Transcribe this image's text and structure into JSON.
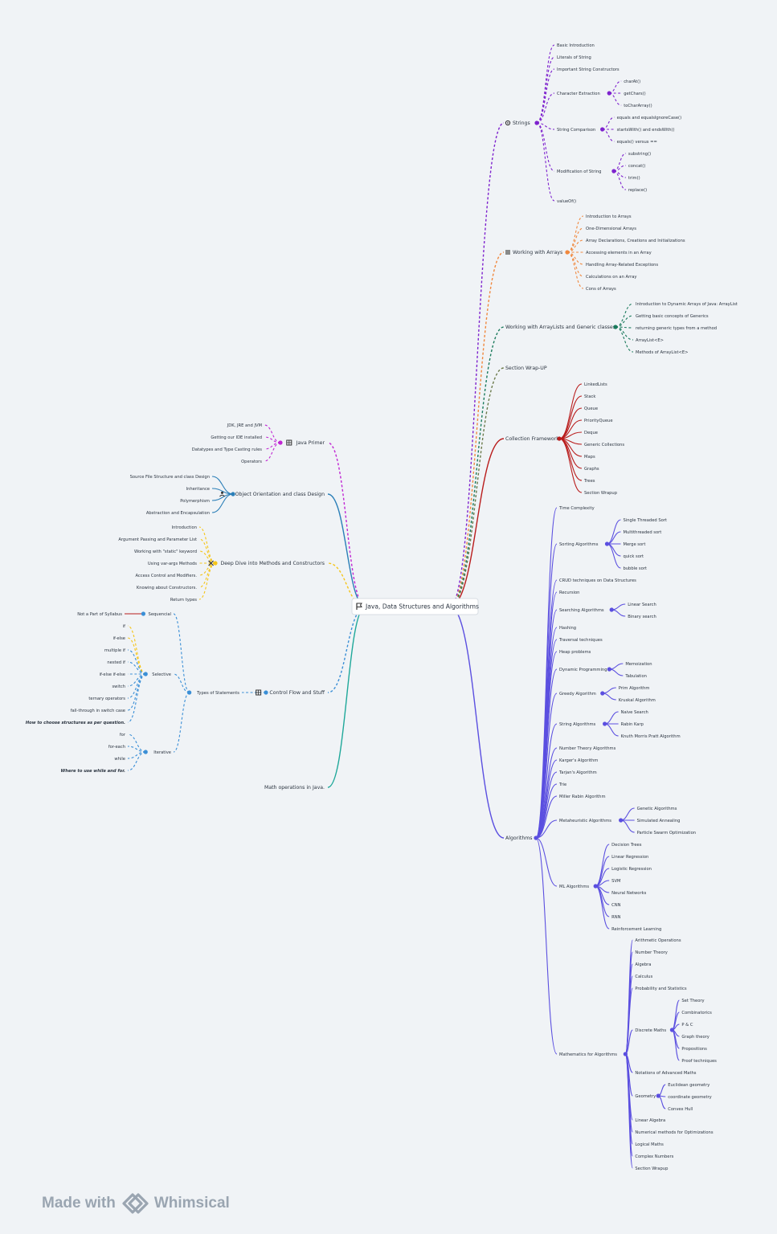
{
  "root": "Java, Data Structures and Algorithms",
  "root_icon": "flag-icon",
  "footer": {
    "made_with": "Made with",
    "brand": "Whimsical"
  },
  "colors": {
    "strings": "#7e22ce",
    "arrays": "#f0883e",
    "arraylists": "#1a7a5c",
    "wrapup": "#6b7a4a",
    "collection": "#b91c1c",
    "algorithms": "#5b4fe0",
    "primer": "#c026d3",
    "oop": "#2b7fb8",
    "methods": "#f5c518",
    "control": "#3b8fd6",
    "math": "#1fa89a"
  },
  "branches": {
    "strings": {
      "label": "Strings",
      "icon": "gear-icon",
      "children": [
        {
          "label": "Basic Introduction"
        },
        {
          "label": "Literals of String"
        },
        {
          "label": "Important String Constructors"
        },
        {
          "label": "Character Extraction",
          "children": [
            {
              "label": "charAt()"
            },
            {
              "label": "getChars()"
            },
            {
              "label": "toCharArray()"
            }
          ]
        },
        {
          "label": "String Comparison",
          "children": [
            {
              "label": "equals and equalsIgnoreCase()"
            },
            {
              "label": "startsWith() and endsWith()"
            },
            {
              "label": "equals() versus =="
            }
          ]
        },
        {
          "label": "Modification of String",
          "children": [
            {
              "label": "substring()"
            },
            {
              "label": "concat()"
            },
            {
              "label": "trim()"
            },
            {
              "label": "replace()"
            }
          ]
        },
        {
          "label": "valueOf()"
        }
      ]
    },
    "arrays": {
      "label": "Working with Arrays",
      "icon": "list-icon",
      "children": [
        {
          "label": "Introduction to Arrays"
        },
        {
          "label": "One-Dimensional Arrays"
        },
        {
          "label": "Array Declarations, Creations and Initializations"
        },
        {
          "label": "Accessing elements in an Array"
        },
        {
          "label": "Handling Array-Related Exceptions"
        },
        {
          "label": "Calculations on an Array"
        },
        {
          "label": "Cons of Arrays"
        }
      ]
    },
    "arraylists": {
      "label": "Working with ArrayLists and Generic classes",
      "children": [
        {
          "label": "Introduction to Dynamic Arrays of Java: ArrayList"
        },
        {
          "label": "Getting basic concepts of Generics"
        },
        {
          "label": "returning generic types from a method"
        },
        {
          "label": "ArrayList<E>"
        },
        {
          "label": "Methods of ArrayList<E>"
        }
      ]
    },
    "wrapup": {
      "label": "Section Wrap-UP"
    },
    "collection": {
      "label": "Collection Framework",
      "children": [
        {
          "label": "LinkedLists"
        },
        {
          "label": "Stack"
        },
        {
          "label": "Queue"
        },
        {
          "label": "PriorityQueue"
        },
        {
          "label": "Deque"
        },
        {
          "label": "Generic Collections"
        },
        {
          "label": "Maps"
        },
        {
          "label": "Graphs"
        },
        {
          "label": "Trees"
        },
        {
          "label": "Section Wrapup"
        }
      ]
    },
    "algorithms": {
      "label": "Algorithms",
      "children": [
        {
          "label": "Time Complexity"
        },
        {
          "label": "Sorting Algorithms",
          "children": [
            {
              "label": "Single Threaded Sort"
            },
            {
              "label": "Multithreaded sort"
            },
            {
              "label": "Merge sort"
            },
            {
              "label": "quick sort"
            },
            {
              "label": "bubble sort"
            }
          ]
        },
        {
          "label": "CRUD techniques on Data Structures"
        },
        {
          "label": "Recursion"
        },
        {
          "label": "Searching Algorithms",
          "children": [
            {
              "label": "Linear Search"
            },
            {
              "label": "Binary search"
            }
          ]
        },
        {
          "label": "Hashing"
        },
        {
          "label": "Traversal techniques"
        },
        {
          "label": "Heap problems"
        },
        {
          "label": "Dynamic Programming",
          "children": [
            {
              "label": "Memoization"
            },
            {
              "label": "Tabulation"
            }
          ]
        },
        {
          "label": "Greedy Algorithm",
          "children": [
            {
              "label": "Prim Algorithm"
            },
            {
              "label": "Kruskal Algorithm"
            }
          ]
        },
        {
          "label": "String Algorithms",
          "children": [
            {
              "label": "Naive Search"
            },
            {
              "label": "Rabin Karp"
            },
            {
              "label": "Knuth Morris Pratt Algorithm"
            }
          ]
        },
        {
          "label": "Number Theory Algorithms"
        },
        {
          "label": "Karger's Algorithm"
        },
        {
          "label": "Tarjan's Algorithm"
        },
        {
          "label": "Trie"
        },
        {
          "label": "Miller Rabin Algorithm"
        },
        {
          "label": "Metaheuristic Algorithms",
          "children": [
            {
              "label": "Genetic Algorithms"
            },
            {
              "label": "Simulated Annealing"
            },
            {
              "label": "Particle Swarm Optimization"
            }
          ]
        },
        {
          "label": "ML Algorithms",
          "children": [
            {
              "label": "Decision Trees"
            },
            {
              "label": "Linear Regression"
            },
            {
              "label": "Logistic Regression"
            },
            {
              "label": "SVM"
            },
            {
              "label": "Neural Networks"
            },
            {
              "label": "CNN"
            },
            {
              "label": "RNN"
            },
            {
              "label": "Reinforcement Learning"
            }
          ]
        },
        {
          "label": "Mathematics for Algorithms",
          "children": [
            {
              "label": "Arithmetic Operations"
            },
            {
              "label": "Number Theory"
            },
            {
              "label": "Algebra"
            },
            {
              "label": "Calculus"
            },
            {
              "label": "Probability and Statistics"
            },
            {
              "label": "Discrete Maths",
              "children": [
                {
                  "label": "Set Theory"
                },
                {
                  "label": "Combinatorics"
                },
                {
                  "label": "P & C"
                },
                {
                  "label": "Graph theory"
                },
                {
                  "label": "Propositions"
                },
                {
                  "label": "Proof techniques"
                }
              ]
            },
            {
              "label": "Notations of Advanced Maths"
            },
            {
              "label": "Geometry",
              "children": [
                {
                  "label": "Euclidean geometry"
                },
                {
                  "label": "coordinate geometry"
                },
                {
                  "label": "Convex Hull"
                }
              ]
            },
            {
              "label": "Linear Algebra"
            },
            {
              "label": "Numerical methods for Optimizations"
            },
            {
              "label": "Logical Maths"
            },
            {
              "label": "Complex Numbers"
            },
            {
              "label": "Section Wrapup"
            }
          ]
        }
      ]
    },
    "primer": {
      "label": "Java Primer",
      "icon": "grid-icon",
      "children": [
        {
          "label": "JDK, JRE and JVM"
        },
        {
          "label": "Getting our IDE installed"
        },
        {
          "label": "Datatypes and Type Casting rules"
        },
        {
          "label": "Operators"
        }
      ]
    },
    "oop": {
      "label": "Object Orientation and class Design",
      "icon": "person-icon",
      "children": [
        {
          "label": "Source File Structure and class Design"
        },
        {
          "label": "Inheritance"
        },
        {
          "label": "Polymerphism"
        },
        {
          "label": "Abstraction and Encapsulation"
        }
      ]
    },
    "methods": {
      "label": "Deep Dive into Methods and Constructors",
      "icon": "tools-icon",
      "children": [
        {
          "label": "Introduction"
        },
        {
          "label": "Argument Passing and Parameter List"
        },
        {
          "label": "Working with \"static\" keyword"
        },
        {
          "label": "Using var-args Methods"
        },
        {
          "label": "Access Control and Modifiers."
        },
        {
          "label": "Knowing about Constructors."
        },
        {
          "label": "Return types"
        }
      ]
    },
    "control": {
      "label": "Control Flow and Stuff",
      "icon": "grid-icon",
      "children": [
        {
          "label": "Types of Statements",
          "children": [
            {
              "label": "Sequencial",
              "children": [
                {
                  "label": "Not a Part of Syllabus"
                }
              ]
            },
            {
              "label": "Selective",
              "children": [
                {
                  "label": "if"
                },
                {
                  "label": "if-else"
                },
                {
                  "label": "multiple if"
                },
                {
                  "label": "nested if"
                },
                {
                  "label": "if-else if-else"
                },
                {
                  "label": "switch"
                },
                {
                  "label": "ternary operators"
                },
                {
                  "label": "fall-through in switch case"
                },
                {
                  "label": "How to choose structures as per question.",
                  "emphasis": true
                }
              ]
            },
            {
              "label": "Iterative",
              "children": [
                {
                  "label": "for"
                },
                {
                  "label": "for-each"
                },
                {
                  "label": "while"
                },
                {
                  "label": "Where to use while and for.",
                  "emphasis": true
                }
              ]
            }
          ]
        }
      ]
    },
    "math": {
      "label": "Math operations in Java."
    }
  }
}
